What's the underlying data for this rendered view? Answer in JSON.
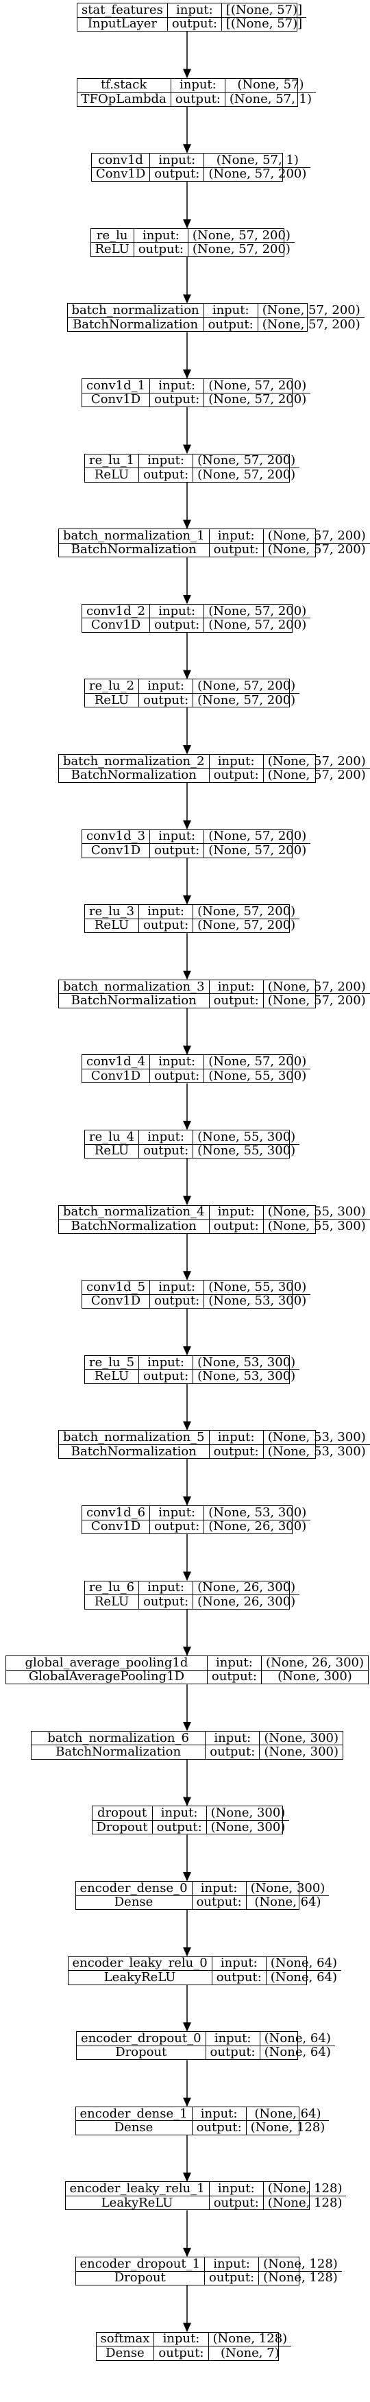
{
  "layers": [
    {
      "name": "stat_features",
      "type": "InputLayer",
      "input": "[(None, 57)]",
      "output": "[(None, 57)]"
    },
    {
      "name": "tf.stack",
      "type": "TFOpLambda",
      "input": "(None, 57)",
      "output": "(None, 57, 1)"
    },
    {
      "name": "conv1d",
      "type": "Conv1D",
      "input": "(None, 57, 1)",
      "output": "(None, 57, 200)"
    },
    {
      "name": "re_lu",
      "type": "ReLU",
      "input": "(None, 57, 200)",
      "output": "(None, 57, 200)"
    },
    {
      "name": "batch_normalization",
      "type": "BatchNormalization",
      "input": "(None, 57, 200)",
      "output": "(None, 57, 200)"
    },
    {
      "name": "conv1d_1",
      "type": "Conv1D",
      "input": "(None, 57, 200)",
      "output": "(None, 57, 200)"
    },
    {
      "name": "re_lu_1",
      "type": "ReLU",
      "input": "(None, 57, 200)",
      "output": "(None, 57, 200)"
    },
    {
      "name": "batch_normalization_1",
      "type": "BatchNormalization",
      "input": "(None, 57, 200)",
      "output": "(None, 57, 200)"
    },
    {
      "name": "conv1d_2",
      "type": "Conv1D",
      "input": "(None, 57, 200)",
      "output": "(None, 57, 200)"
    },
    {
      "name": "re_lu_2",
      "type": "ReLU",
      "input": "(None, 57, 200)",
      "output": "(None, 57, 200)"
    },
    {
      "name": "batch_normalization_2",
      "type": "BatchNormalization",
      "input": "(None, 57, 200)",
      "output": "(None, 57, 200)"
    },
    {
      "name": "conv1d_3",
      "type": "Conv1D",
      "input": "(None, 57, 200)",
      "output": "(None, 57, 200)"
    },
    {
      "name": "re_lu_3",
      "type": "ReLU",
      "input": "(None, 57, 200)",
      "output": "(None, 57, 200)"
    },
    {
      "name": "batch_normalization_3",
      "type": "BatchNormalization",
      "input": "(None, 57, 200)",
      "output": "(None, 57, 200)"
    },
    {
      "name": "conv1d_4",
      "type": "Conv1D",
      "input": "(None, 57, 200)",
      "output": "(None, 55, 300)"
    },
    {
      "name": "re_lu_4",
      "type": "ReLU",
      "input": "(None, 55, 300)",
      "output": "(None, 55, 300)"
    },
    {
      "name": "batch_normalization_4",
      "type": "BatchNormalization",
      "input": "(None, 55, 300)",
      "output": "(None, 55, 300)"
    },
    {
      "name": "conv1d_5",
      "type": "Conv1D",
      "input": "(None, 55, 300)",
      "output": "(None, 53, 300)"
    },
    {
      "name": "re_lu_5",
      "type": "ReLU",
      "input": "(None, 53, 300)",
      "output": "(None, 53, 300)"
    },
    {
      "name": "batch_normalization_5",
      "type": "BatchNormalization",
      "input": "(None, 53, 300)",
      "output": "(None, 53, 300)"
    },
    {
      "name": "conv1d_6",
      "type": "Conv1D",
      "input": "(None, 53, 300)",
      "output": "(None, 26, 300)"
    },
    {
      "name": "re_lu_6",
      "type": "ReLU",
      "input": "(None, 26, 300)",
      "output": "(None, 26, 300)"
    },
    {
      "name": "global_average_pooling1d",
      "type": "GlobalAveragePooling1D",
      "input": "(None, 26, 300)",
      "output": "(None, 300)"
    },
    {
      "name": "batch_normalization_6",
      "type": "BatchNormalization",
      "input": "(None, 300)",
      "output": "(None, 300)"
    },
    {
      "name": "dropout",
      "type": "Dropout",
      "input": "(None, 300)",
      "output": "(None, 300)"
    },
    {
      "name": "encoder_dense_0",
      "type": "Dense",
      "input": "(None, 300)",
      "output": "(None, 64)"
    },
    {
      "name": "encoder_leaky_relu_0",
      "type": "LeakyReLU",
      "input": "(None, 64)",
      "output": "(None, 64)"
    },
    {
      "name": "encoder_dropout_0",
      "type": "Dropout",
      "input": "(None, 64)",
      "output": "(None, 64)"
    },
    {
      "name": "encoder_dense_1",
      "type": "Dense",
      "input": "(None, 64)",
      "output": "(None, 128)"
    },
    {
      "name": "encoder_leaky_relu_1",
      "type": "LeakyReLU",
      "input": "(None, 128)",
      "output": "(None, 128)"
    },
    {
      "name": "encoder_dropout_1",
      "type": "Dropout",
      "input": "(None, 128)",
      "output": "(None, 128)"
    },
    {
      "name": "softmax",
      "type": "Dense",
      "input": "(None, 128)",
      "output": "(None, 7)"
    }
  ],
  "labels": {
    "input": "input:",
    "output": "output:"
  }
}
